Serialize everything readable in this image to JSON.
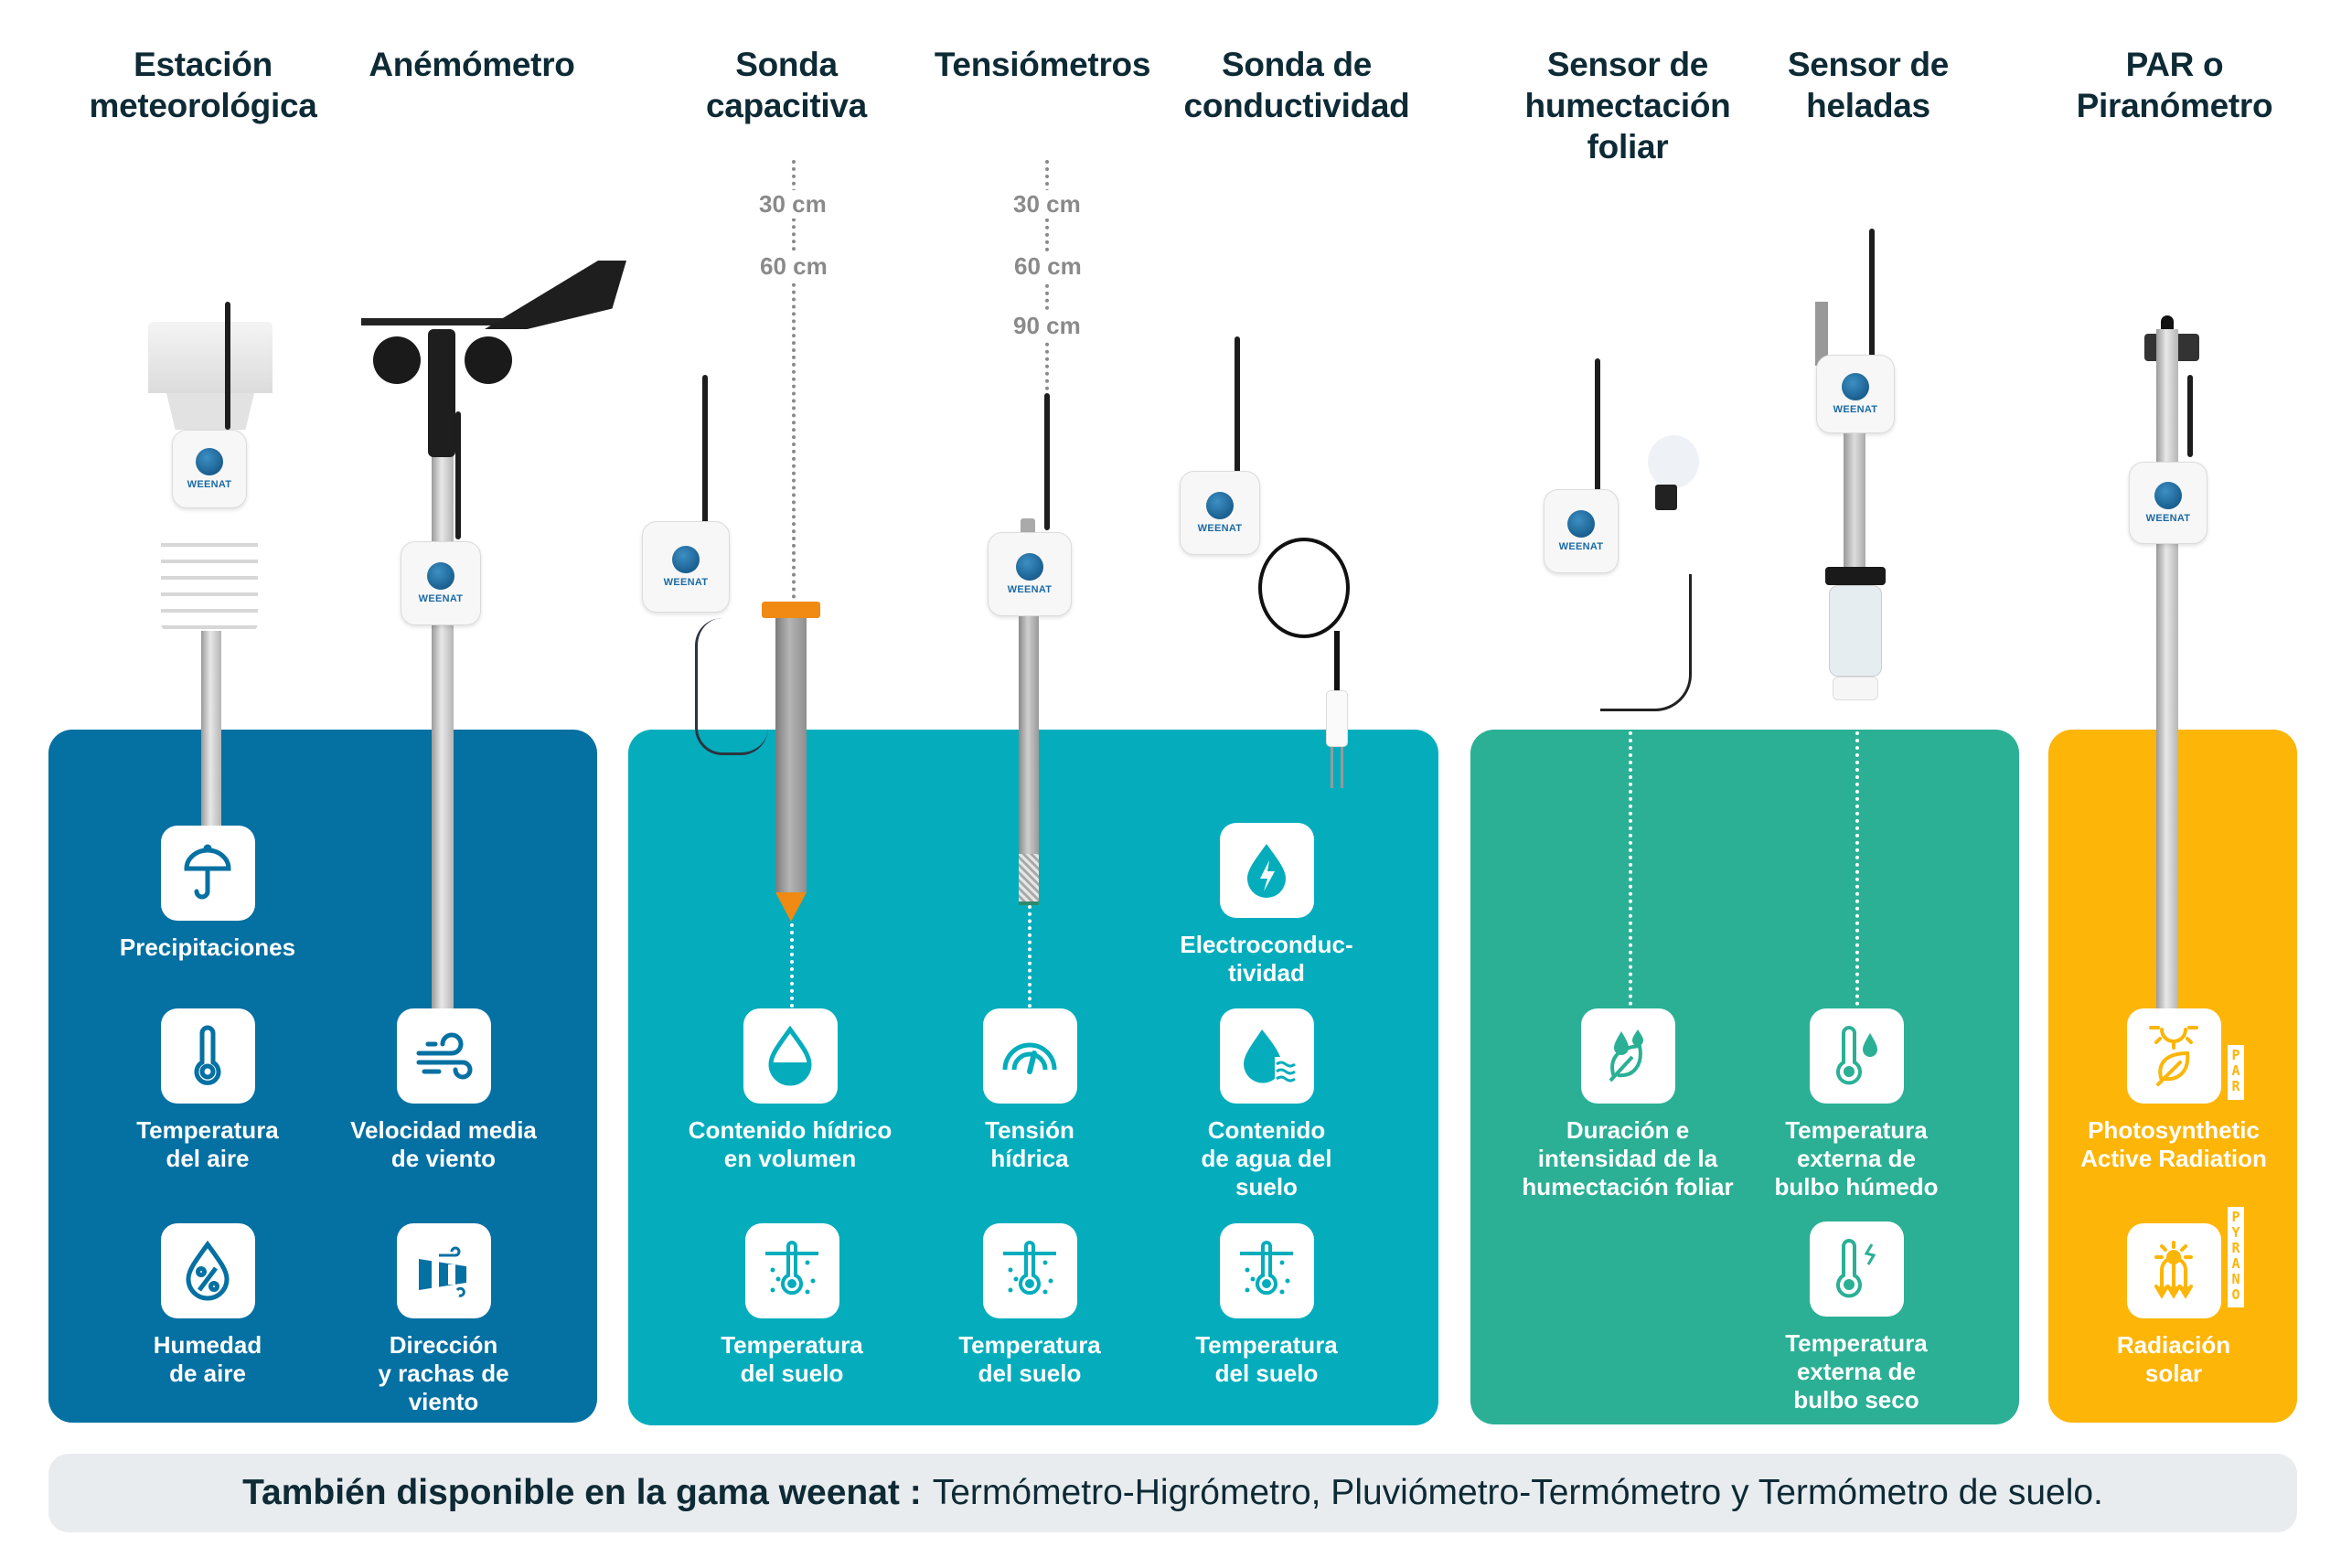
{
  "colors": {
    "title_text": "#0d2a35",
    "weather_panel": "#0570a2",
    "soil_panel": "#05adbc",
    "leaf_frost_panel": "#2bb095",
    "radiation_panel": "#fdb508",
    "footer_bg": "#e9ecee",
    "depth_label": "#8a8a8a"
  },
  "products": [
    {
      "id": "weather-station",
      "title": "Estación\nmeteorológica"
    },
    {
      "id": "anemometer",
      "title": "Anémómetro"
    },
    {
      "id": "capacitive-probe",
      "title": "Sonda\ncapacitiva"
    },
    {
      "id": "tensiometers",
      "title": "Tensiómetros"
    },
    {
      "id": "conductivity-probe",
      "title": "Sonda de\nconductividad"
    },
    {
      "id": "leaf-wetness-sensor",
      "title": "Sensor de\nhumectación\nfoliar"
    },
    {
      "id": "frost-sensor",
      "title": "Sensor de\nheladas"
    },
    {
      "id": "par-pyranometer",
      "title": "PAR o\nPiranómetro"
    }
  ],
  "device_brand": "WEENAT",
  "depths": {
    "capacitive_probe": [
      "30 cm",
      "60 cm"
    ],
    "tensiometers": [
      "30 cm",
      "60 cm",
      "90 cm"
    ]
  },
  "features": {
    "precipitation": "Precipitaciones",
    "air_temperature": "Temperatura\ndel aire",
    "wind_speed": "Velocidad media\nde viento",
    "air_humidity": "Humedad\nde aire",
    "wind_direction": "Dirección\ny rachas de\nviento",
    "volumetric_water": "Contenido hídrico\nen volumen",
    "water_tension": "Tensión\nhídrica",
    "electroconductivity": "Electroconduc-\ntividad",
    "soil_water": "Contenido\nde agua del\nsuelo",
    "soil_temp_1": "Temperatura\ndel suelo",
    "soil_temp_2": "Temperatura\ndel suelo",
    "soil_temp_3": "Temperatura\ndel suelo",
    "leaf_wetness": "Duración e\nintensidad de la\nhumectación foliar",
    "wet_bulb": "Temperatura\nexterna de\nbulbo húmedo",
    "dry_bulb": "Temperatura\nexterna de\nbulbo seco",
    "par": "Photosynthetic\nActive Radiation",
    "solar_radiation": "Radiación\nsolar"
  },
  "tags": {
    "par": "PAR",
    "pyrano": "PYRANO"
  },
  "footer": {
    "lead": "También disponible en la gama weenat :",
    "text": "Termómetro-Higrómetro, Pluviómetro-Termómetro y Termómetro de suelo."
  }
}
